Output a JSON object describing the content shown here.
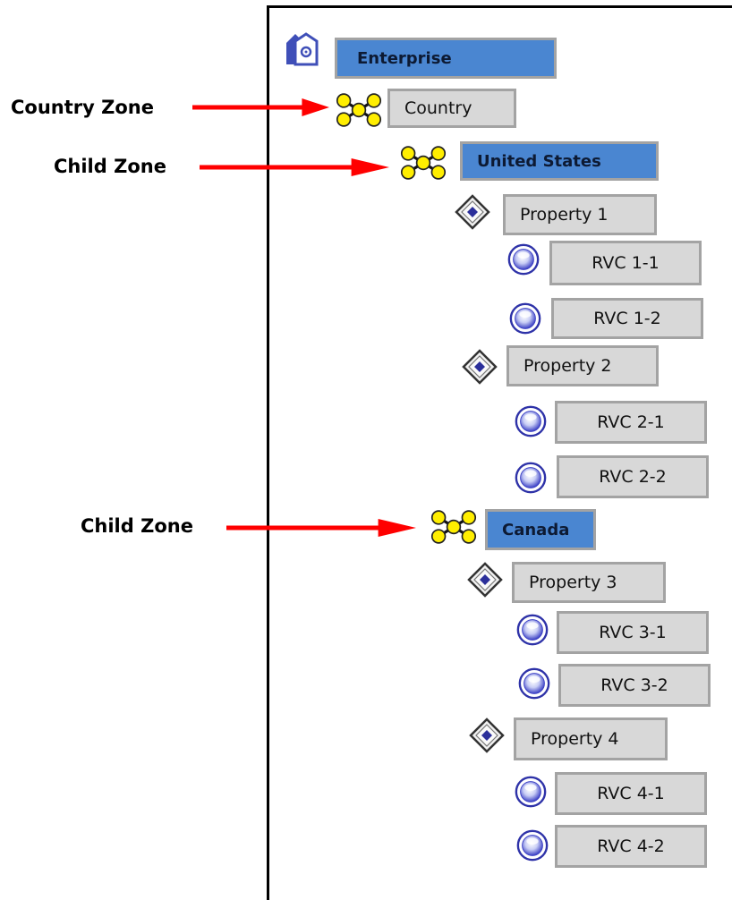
{
  "annotations": {
    "country_zone": "Country Zone",
    "child_zone_us": "Child Zone",
    "child_zone_canada": "Child Zone"
  },
  "tree": {
    "enterprise": "Enterprise",
    "country": "Country",
    "united_states": "United States",
    "property_1": "Property 1",
    "rvc_1_1": "RVC 1-1",
    "rvc_1_2": "RVC 1-2",
    "property_2": "Property 2",
    "rvc_2_1": "RVC 2-1",
    "rvc_2_2": "RVC 2-2",
    "canada": "Canada",
    "property_3": "Property 3",
    "rvc_3_1": "RVC 3-1",
    "rvc_3_2": "RVC 3-2",
    "property_4": "Property 4",
    "rvc_4_1": "RVC 4-1",
    "rvc_4_2": "RVC 4-2"
  },
  "icons": {
    "enterprise": "enterprise-icon",
    "zone": "zone-icon",
    "property": "property-icon",
    "rvc": "rvc-icon"
  },
  "colors": {
    "zone_node_fill": "#4a86d1",
    "node_fill": "#d8d8d8",
    "node_border": "#a3a3a3",
    "arrow": "#ff0000",
    "zone_icon": "#ffee00"
  }
}
